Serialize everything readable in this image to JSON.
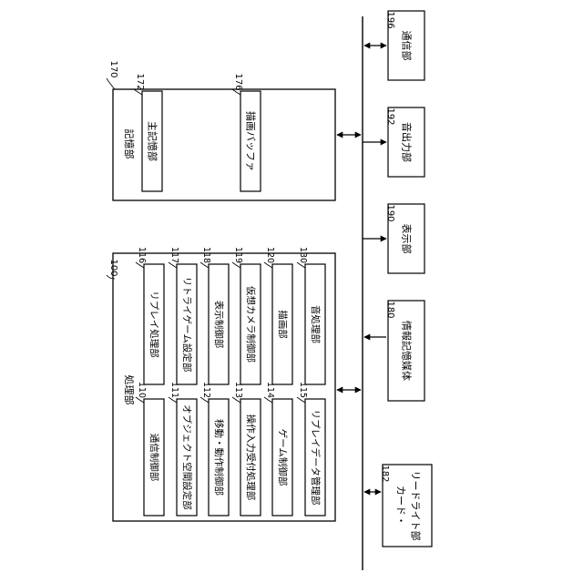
{
  "storage": {
    "ref": "170",
    "title": "記憶部",
    "main_memory": {
      "label": "主記憶部",
      "ref": "172"
    },
    "draw_buffer": {
      "label": "描画バッファ",
      "ref": "176"
    }
  },
  "processing": {
    "ref": "100",
    "title": "処理部",
    "units": [
      {
        "label": "通信制御部",
        "ref": "110"
      },
      {
        "label": "オブジェクト空間設定部",
        "ref": "111"
      },
      {
        "label": "移動・動作制御部",
        "ref": "112"
      },
      {
        "label": "操作入力受付処理部",
        "ref": "113"
      },
      {
        "label": "ゲーム制御部",
        "ref": "114"
      },
      {
        "label": "リプレイデータ管理部",
        "ref": "115"
      },
      {
        "label": "リプレイ処理部",
        "ref": "116"
      },
      {
        "label": "リトライゲーム設定部",
        "ref": "117"
      },
      {
        "label": "表示制御部",
        "ref": "118"
      },
      {
        "label": "仮想カメラ制御部",
        "ref": "119"
      },
      {
        "label": "描画部",
        "ref": "120"
      },
      {
        "label": "音処理部",
        "ref": "130"
      }
    ]
  },
  "peripherals": {
    "communication": {
      "label": "通信部",
      "ref": "196"
    },
    "sound_output": {
      "label": "音出力部",
      "ref": "192"
    },
    "display": {
      "label": "表示部",
      "ref": "190"
    },
    "info_storage": {
      "label": "情報記憶媒体",
      "ref": "180"
    },
    "card_reader": {
      "label_lines": [
        "カード・",
        "リードライト部"
      ],
      "ref": "182"
    }
  }
}
